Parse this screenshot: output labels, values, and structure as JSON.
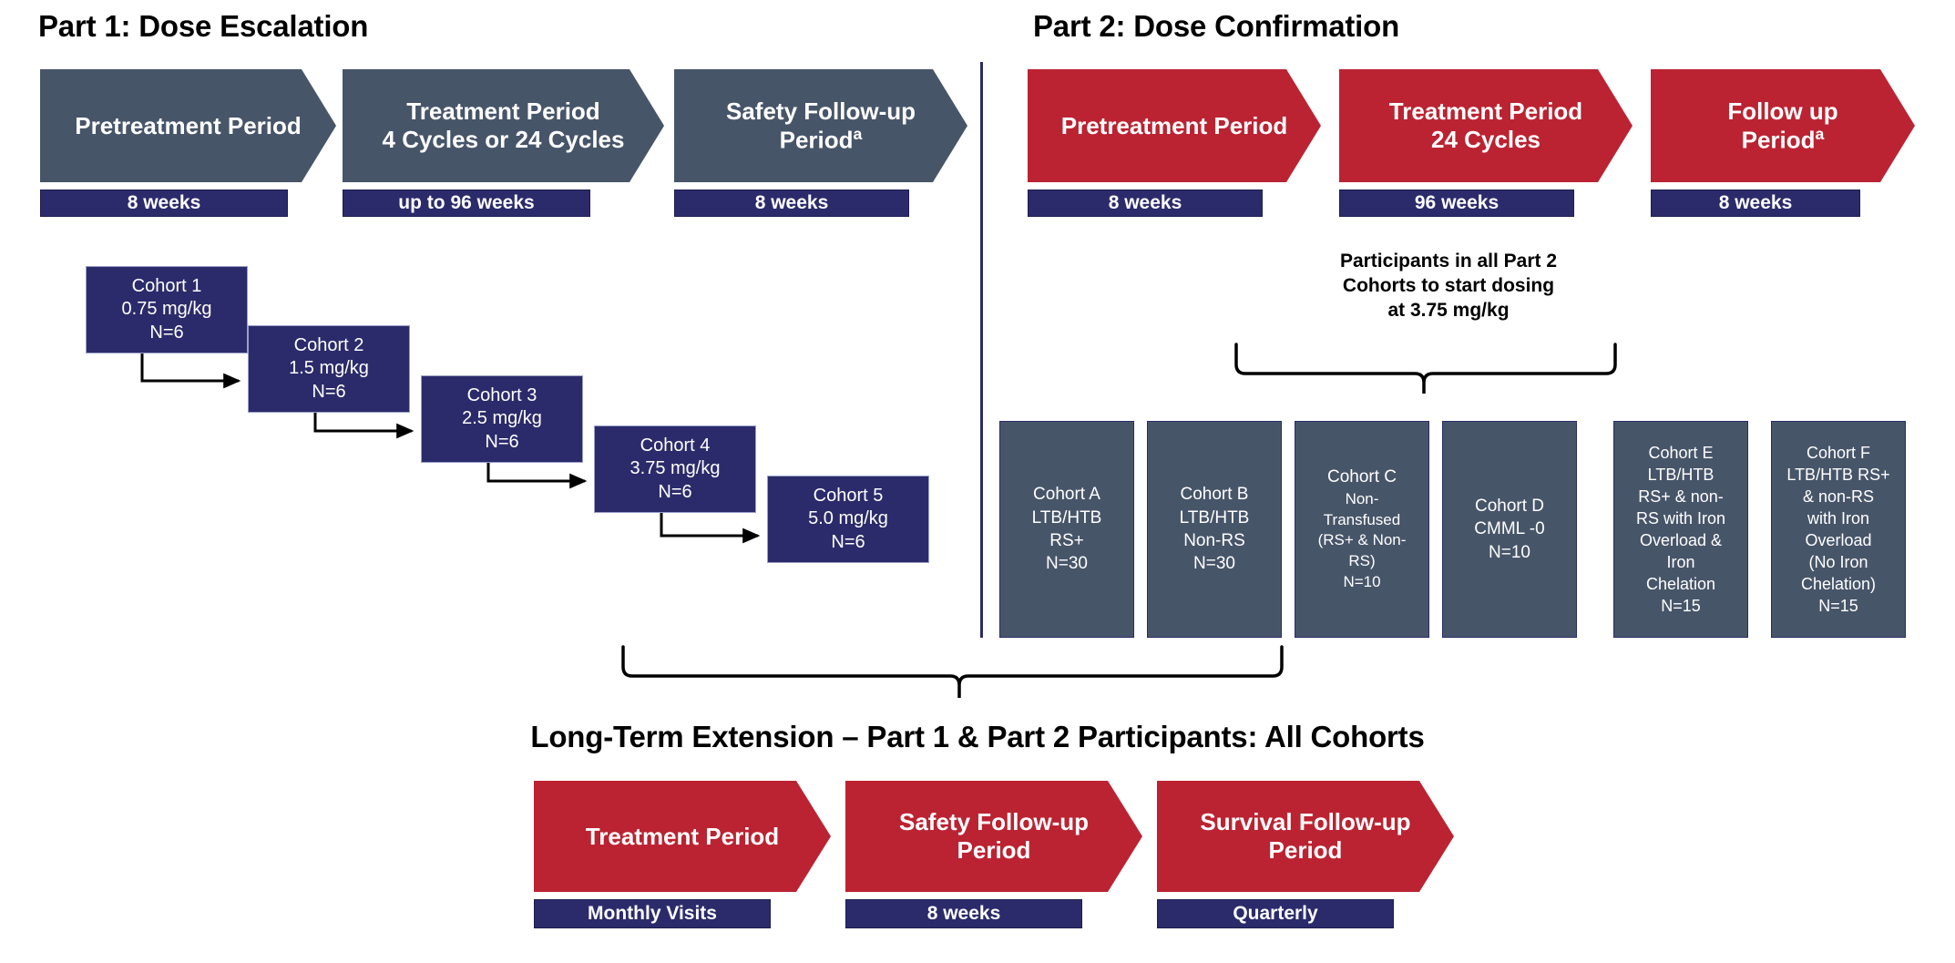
{
  "parts": {
    "part1": {
      "title": "Part 1: Dose Escalation",
      "phases": [
        {
          "label": "Pretreatment Period",
          "duration": "8 weeks"
        },
        {
          "label": "Treatment Period\n4 Cycles or 24 Cycles",
          "line1": "Treatment Period",
          "line2": "4 Cycles or 24 Cycles",
          "duration": "up to 96 weeks"
        },
        {
          "line1": "Safety Follow-up",
          "line2": "Period",
          "footnote": "a",
          "duration": "8 weeks"
        }
      ],
      "cohorts": [
        {
          "name": "Cohort 1",
          "dose": "0.75 mg/kg",
          "n": "N=6"
        },
        {
          "name": "Cohort 2",
          "dose": "1.5 mg/kg",
          "n": "N=6"
        },
        {
          "name": "Cohort 3",
          "dose": "2.5 mg/kg",
          "n": "N=6"
        },
        {
          "name": "Cohort 4",
          "dose": "3.75 mg/kg",
          "n": "N=6"
        },
        {
          "name": "Cohort 5",
          "dose": "5.0 mg/kg",
          "n": "N=6"
        }
      ]
    },
    "part2": {
      "title": "Part 2: Dose Confirmation",
      "phases": [
        {
          "label": "Pretreatment Period",
          "duration": "8 weeks"
        },
        {
          "line1": "Treatment Period",
          "line2": "24  Cycles",
          "duration": "96 weeks"
        },
        {
          "line1": "Follow up",
          "line2": "Period",
          "footnote": "a",
          "duration": "8 weeks"
        }
      ],
      "note": {
        "line1": "Participants in all Part 2",
        "line2": "Cohorts to start dosing",
        "line3": "at 3.75 mg/kg"
      },
      "cohorts": [
        {
          "name": "Cohort A",
          "lines": [
            "LTB/HTB",
            "RS+"
          ],
          "n": "N=30"
        },
        {
          "name": "Cohort B",
          "lines": [
            "LTB/HTB",
            "Non-RS"
          ],
          "n": "N=30"
        },
        {
          "name": "Cohort C",
          "lines": [
            "Non-",
            "Transfused",
            "(RS+ & Non-",
            "RS)"
          ],
          "n": "N=10",
          "small": true
        },
        {
          "name": "Cohort D",
          "lines": [
            "CMML -0"
          ],
          "n": "N=10"
        },
        {
          "name": "Cohort E",
          "lines": [
            "LTB/HTB",
            "RS+ & non-",
            "RS with Iron",
            "Overload &",
            "Iron",
            "Chelation"
          ],
          "n": "N=15"
        },
        {
          "name": "Cohort F",
          "lines": [
            "LTB/HTB RS+",
            "& non-RS",
            "with Iron",
            "Overload",
            "(No Iron",
            "Chelation)"
          ],
          "n": "N=15"
        }
      ]
    },
    "lte": {
      "title": "Long-Term Extension – Part 1 & Part 2 Participants: All Cohorts",
      "phases": [
        {
          "line1": "Treatment Period",
          "line2": "",
          "duration": "Monthly Visits"
        },
        {
          "line1": "Safety Follow-up",
          "line2": "Period",
          "duration": "8 weeks"
        },
        {
          "line1": "Survival Follow-up",
          "line2": "Period",
          "duration": "Quarterly"
        }
      ]
    }
  },
  "colors": {
    "slate": "#475569",
    "navy": "#2b2b6b",
    "red": "#bb2332",
    "text_on_fill": "#ffffff",
    "title": "#000000"
  }
}
